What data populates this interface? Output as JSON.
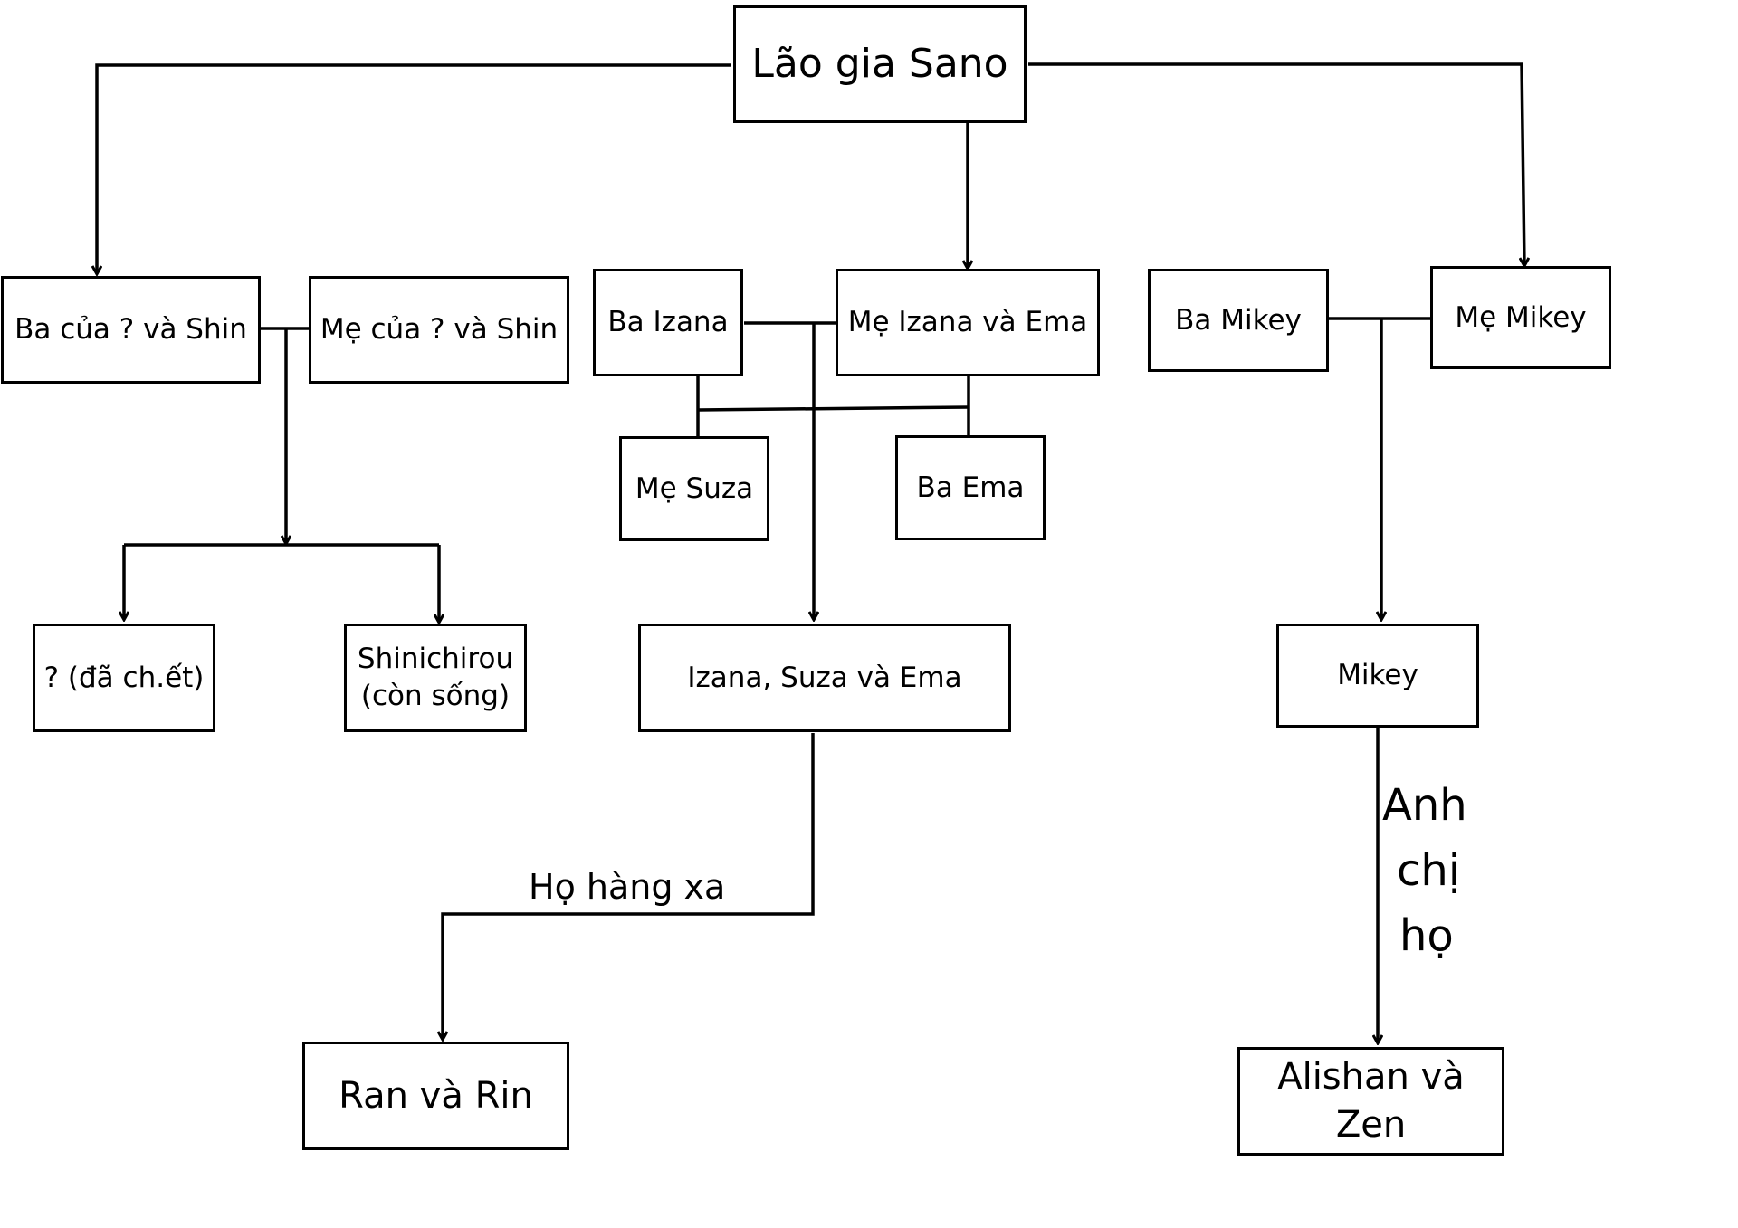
{
  "nodes": {
    "root": "Lão gia Sano",
    "shin_father": "Ba của ? và Shin",
    "shin_mother": "Mẹ của ? và Shin",
    "izana_father": "Ba Izana",
    "izana_ema_mother": "Mẹ Izana và Ema",
    "suza_mother": "Mẹ Suza",
    "ema_father": "Ba Ema",
    "mikey_father": "Ba Mikey",
    "mikey_mother": "Mẹ Mikey",
    "dead_sibling": "? (đã ch.ết)",
    "shinichirou": "Shinichirou\n(còn sống)",
    "izana_suza_ema": "Izana, Suza và Ema",
    "mikey": "Mikey",
    "ran_rin": "Ran và Rin",
    "alishan_zen": "Alishan và Zen"
  },
  "edge_labels": {
    "distant_relatives": "Họ hàng xa",
    "cousins_line1": "Anh",
    "cousins_line2": "chị",
    "cousins_line3": "họ"
  }
}
